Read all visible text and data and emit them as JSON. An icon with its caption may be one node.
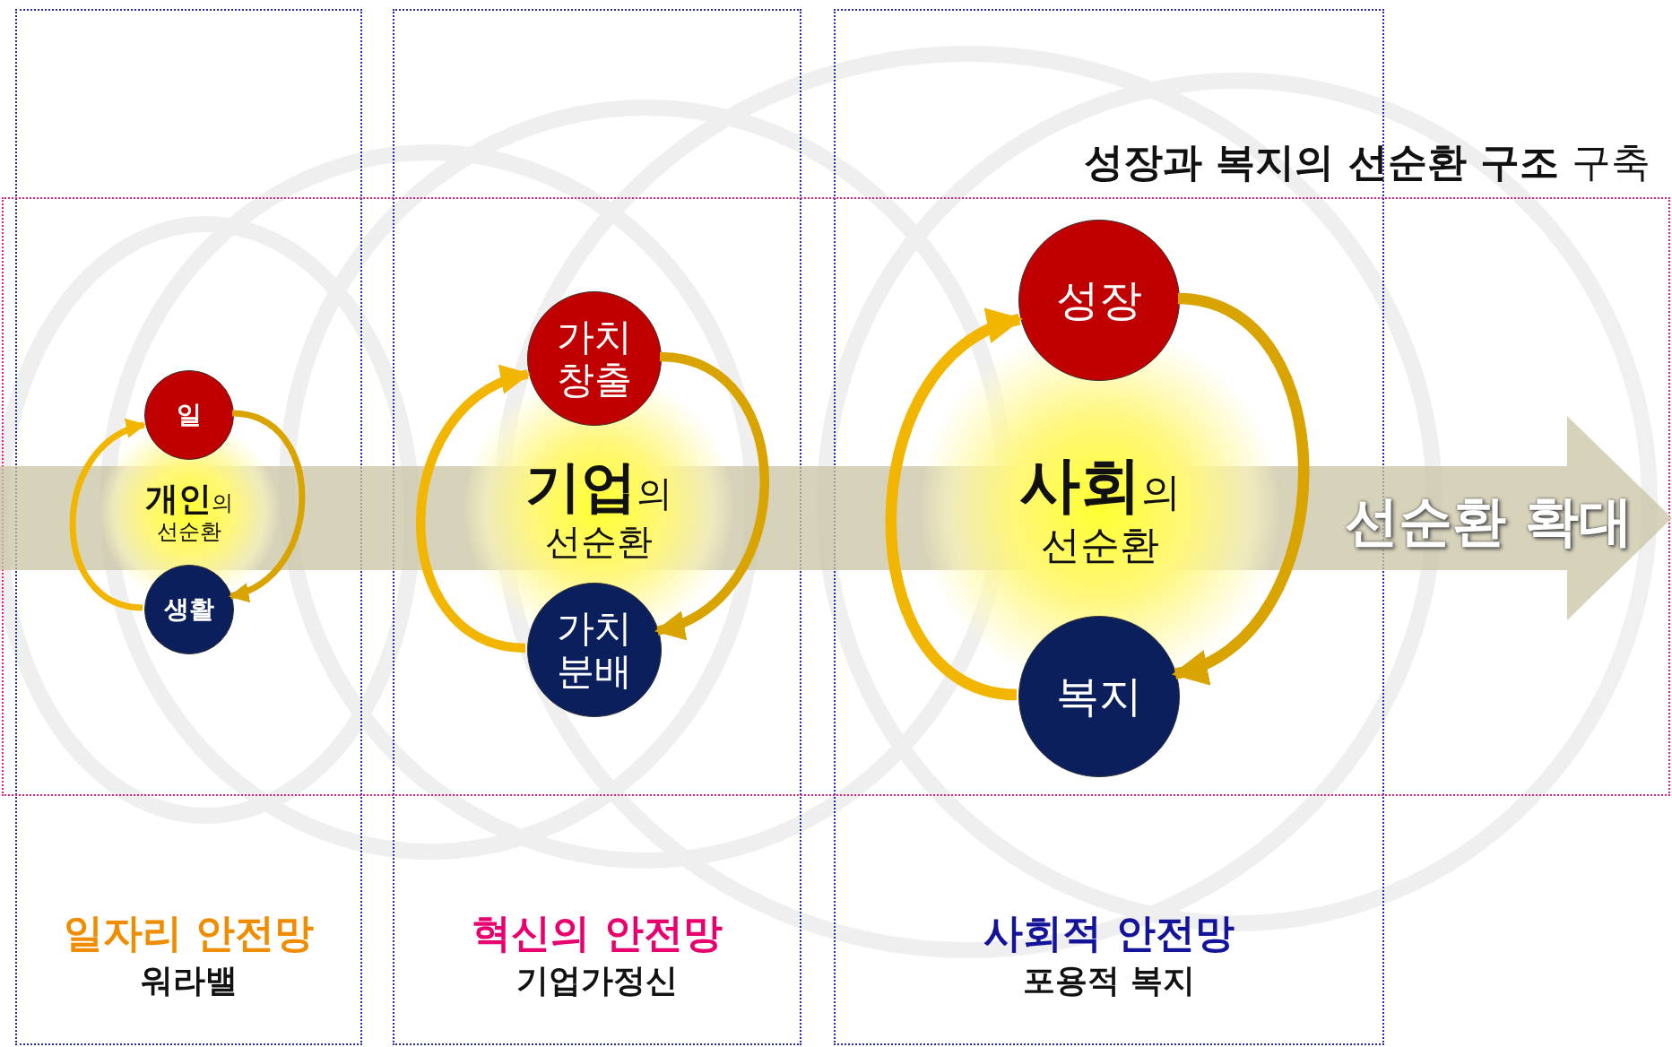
{
  "diagram": {
    "title": "**성장과 복지의 선순환 구조** 구축",
    "nodes": [
      {
        "text": [
          "일자리 안전망",
          "워라밸"
        ]
      },
      {
        "text": [
          "일"
        ],
        "in": 0
      },
      {
        "text": [
          "**개인**의 선순환"
        ],
        "in": 0
      },
      {
        "text": [
          "생활"
        ],
        "in": 0
      },
      {
        "text": [
          "혁신의 안전망",
          "기업가정신"
        ]
      },
      {
        "text": [
          "가치 창출"
        ],
        "in": 4
      },
      {
        "text": [
          "**기업**의 선순환"
        ],
        "in": 4
      },
      {
        "text": [
          "가치 분배"
        ],
        "in": 4
      },
      {
        "text": [
          "사회적 안전망",
          "포용적 복지"
        ]
      },
      {
        "text": [
          "성장"
        ],
        "in": 8
      },
      {
        "text": [
          "**사회**의 선순환"
        ],
        "in": 8
      },
      {
        "text": [
          "복지"
        ],
        "in": 8
      }
    ],
    "labels": [
      "선순환 확대"
    ],
    "edges": [
      {
        "from": 1,
        "to": 3,
        "arrow": "to"
      },
      {
        "from": 3,
        "to": 1,
        "arrow": "to"
      },
      {
        "from": 5,
        "to": 7,
        "arrow": "to"
      },
      {
        "from": 7,
        "to": 5,
        "arrow": "to"
      },
      {
        "from": 9,
        "to": 11,
        "arrow": "to"
      },
      {
        "from": 11,
        "to": 9,
        "arrow": "to"
      }
    ]
  }
}
